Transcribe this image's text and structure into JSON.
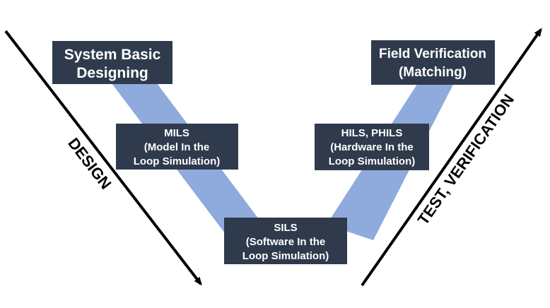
{
  "boxes": {
    "system_design": {
      "lines": [
        "System Basic",
        "Designing"
      ]
    },
    "mils": {
      "lines": [
        "MILS",
        "(Model In the",
        "Loop Simulation)"
      ]
    },
    "sils": {
      "lines": [
        "SILS",
        "(Software In the",
        "Loop Simulation)"
      ]
    },
    "hils": {
      "lines": [
        "HILS, PHILS",
        "(Hardware In the",
        "Loop Simulation)"
      ]
    },
    "field_verification": {
      "lines": [
        "Field Verification",
        "(Matching)"
      ]
    }
  },
  "axis_labels": {
    "design": "DESIGN",
    "test_verification": "TEST, VERIFICATION"
  },
  "colors": {
    "box_fill": "#2f3a4d",
    "box_text": "#ffffff",
    "v_band": "#8faadc",
    "arrow": "#000000"
  }
}
